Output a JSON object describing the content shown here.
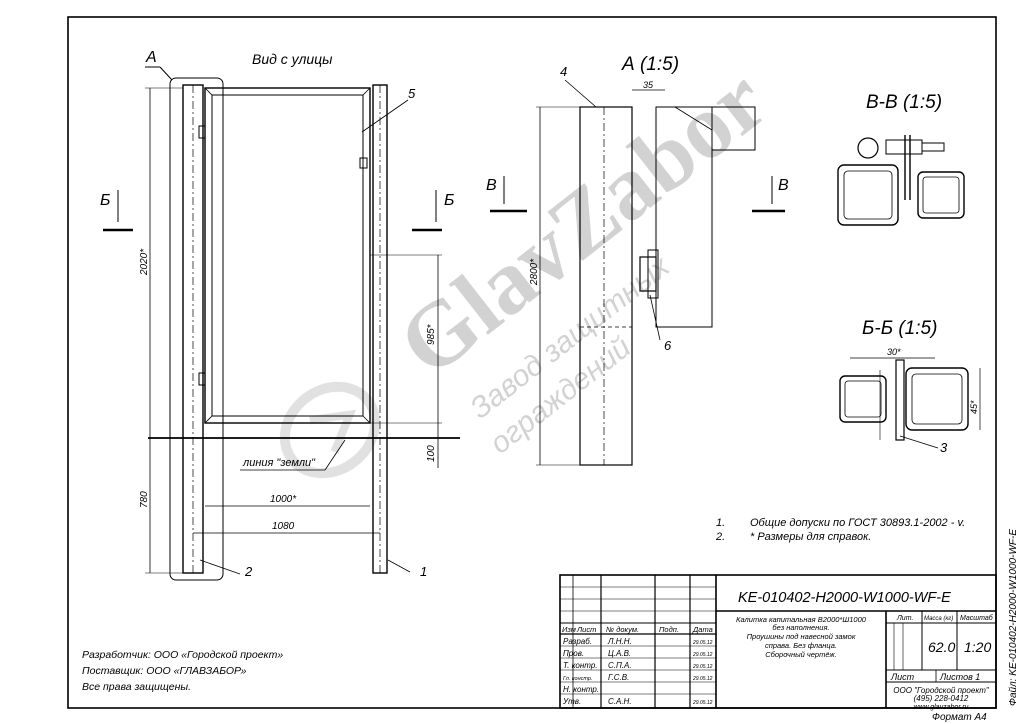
{
  "views": {
    "street_view_title": "Вид с улицы",
    "section_a_title": "А (1:5)",
    "section_vv_title": "В-В (1:5)",
    "section_bb_title": "Б-Б (1:5)",
    "label_a": "А",
    "label_b": "Б",
    "label_v": "В"
  },
  "dimensions": {
    "height_2020": "2020*",
    "height_985": "985*",
    "height_2800": "2800*",
    "height_780": "780",
    "height_100": "100",
    "width_1000": "1000*",
    "width_1080": "1080",
    "width_35": "35",
    "width_30": "30*",
    "height_45": "45*",
    "ground_line": "линия \"земли\""
  },
  "callouts": [
    "1",
    "2",
    "3",
    "4",
    "5",
    "6"
  ],
  "notes": [
    {
      "num": "1.",
      "text": "Общие допуски по ГОСТ 30893.1-2002 - v."
    },
    {
      "num": "2.",
      "text": "* Размеры для справок."
    }
  ],
  "developer": {
    "line1": "Разработчик:  ООО «Городской проект»",
    "line2": "Поставщик:  ООО «ГЛАВЗАБОР»",
    "line3": "Все права защищены."
  },
  "watermark": {
    "brand": "GlavZabor",
    "line1": "Завод защитных",
    "line2": "ограждений"
  },
  "title_block": {
    "doc_code": "KE-010402-H2000-W1000-WF-E",
    "description": [
      "Калитка капитальная В2000*Ш1000",
      "без наполнения.",
      "Проушины под навесной замок",
      "справа. Без фланца.",
      "Сборочный чертёж."
    ],
    "col_headers": [
      "Изм",
      "Лист",
      "№ докум.",
      "Подп.",
      "Дата"
    ],
    "roles": [
      {
        "role": "Разраб.",
        "name": "Л.Н.Н.",
        "date": "29.05.12"
      },
      {
        "role": "Пров.",
        "name": "Ц.А.В.",
        "date": "29.05.12"
      },
      {
        "role": "Т. контр.",
        "name": "С.П.А.",
        "date": "29.05.12"
      },
      {
        "role": "Гл. констр.",
        "name": "Г.С.В.",
        "date": "29.05.12"
      },
      {
        "role": "Н. контр.",
        "name": "",
        "date": ""
      },
      {
        "role": "Утв.",
        "name": "С.А.Н.",
        "date": "29.05.12"
      }
    ],
    "lit_label": "Лит.",
    "mass_label": "Масса (кг)",
    "scale_label": "Масштаб",
    "mass": "62.0",
    "scale": "1:20",
    "sheet_label": "Лист",
    "sheets_label": "Листов 1",
    "company": "ООО \"Городской проект\"",
    "phone": "(495) 228-0412",
    "site": "www.glavzabor.ru",
    "format": "Формат А4",
    "file_label": "Файл: KE-010402-H2000-W1000-WF-E"
  }
}
